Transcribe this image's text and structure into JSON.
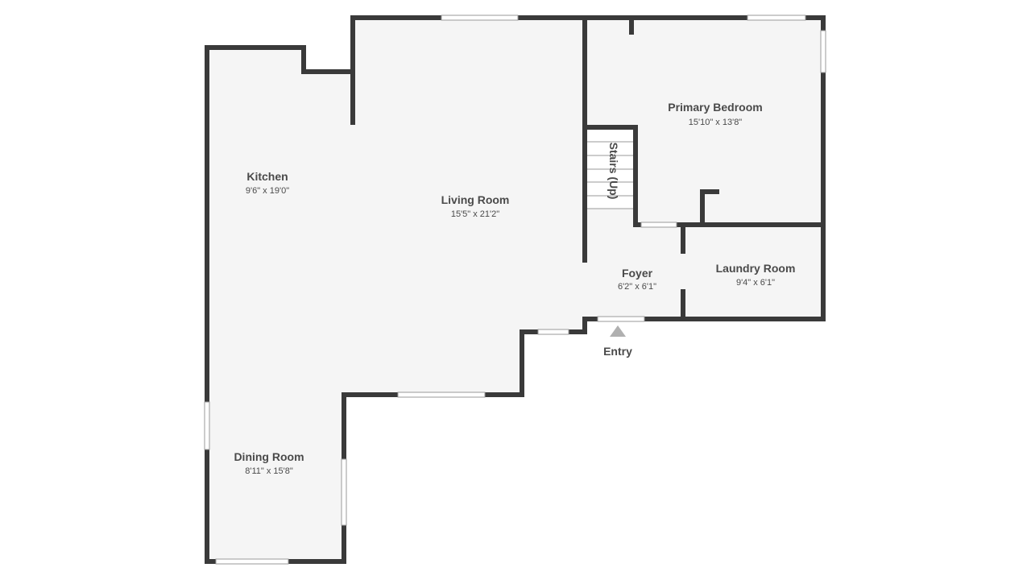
{
  "colors": {
    "floor": "#f5f5f5",
    "wall": "#3a3a3a",
    "text": "#4a4a4a",
    "entry_arrow": "#b0b0b0"
  },
  "rooms": {
    "kitchen": {
      "name": "Kitchen",
      "dims": "9'6\" x 19'0\""
    },
    "living_room": {
      "name": "Living Room",
      "dims": "15'5\" x 21'2\""
    },
    "primary_bedroom": {
      "name": "Primary Bedroom",
      "dims": "15'10\" x 13'8\""
    },
    "foyer": {
      "name": "Foyer",
      "dims": "6'2\" x 6'1\""
    },
    "laundry_room": {
      "name": "Laundry Room",
      "dims": "9'4\" x 6'1\""
    },
    "dining_room": {
      "name": "Dining Room",
      "dims": "8'11\" x 15'8\""
    }
  },
  "stairs": {
    "label": "Stairs (Up)"
  },
  "entry": {
    "label": "Entry",
    "icon": "entry-arrow-icon"
  }
}
